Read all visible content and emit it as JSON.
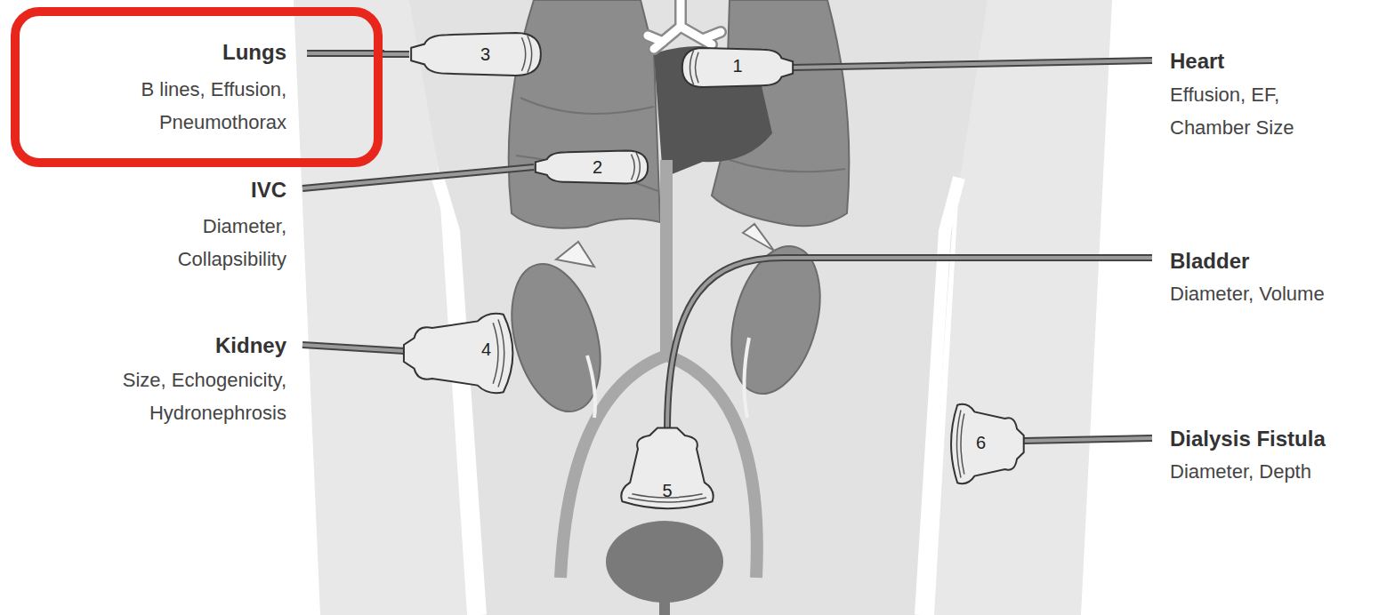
{
  "diagram": {
    "nodes": [
      {
        "text": [
          "Lungs",
          "B lines, Effusion, Pneumothorax"
        ]
      },
      {
        "text": [
          "3"
        ]
      },
      {
        "text": [
          "1"
        ]
      },
      {
        "text": [
          "2"
        ]
      },
      {
        "text": [
          "4"
        ]
      },
      {
        "text": [
          "5"
        ]
      },
      {
        "text": [
          "6"
        ]
      }
    ],
    "edges": [
      {
        "from": 1,
        "to": 0,
        "arrow": "none"
      }
    ],
    "labels": [
      "Heart",
      "Effusion, EF, Chamber Size",
      "IVC",
      "Diameter, Collapsibility",
      "Bladder",
      "Diameter, Volume",
      "Kidney",
      "Size, Echogenicity, Hydronephrosis",
      "Dialysis Fistula",
      "Diameter, Depth"
    ]
  }
}
